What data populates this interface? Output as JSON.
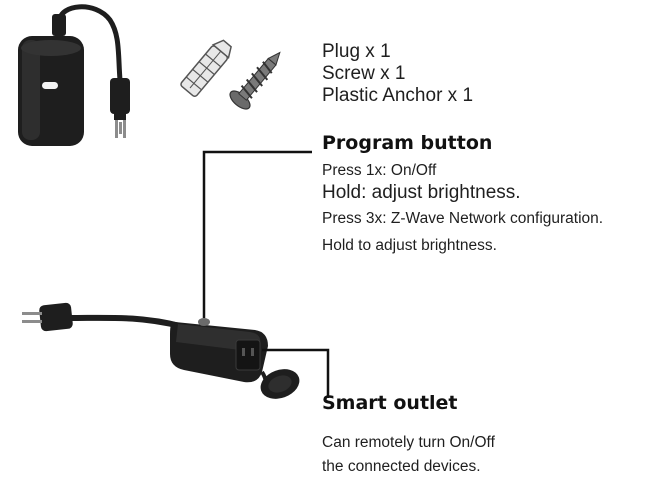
{
  "contents": {
    "plug": "Plug x 1",
    "screw": "Screw x 1",
    "anchor": "Plastic Anchor x 1"
  },
  "program_button": {
    "title": "Program button",
    "line1": "Press 1x: On/Off",
    "line2": "Hold:  adjust brightness.",
    "line3": "Press 3x: Z-Wave Network configuration.",
    "line4": "Hold to adjust brightness."
  },
  "smart_outlet": {
    "title": "Smart outlet",
    "line1": "Can remotely turn On/Off",
    "line2": "the connected devices."
  },
  "colors": {
    "device": "#1e1e1e",
    "device_highlight": "#3a3a3a",
    "leader_line": "#111111",
    "hardware": "#5a5a5a"
  }
}
